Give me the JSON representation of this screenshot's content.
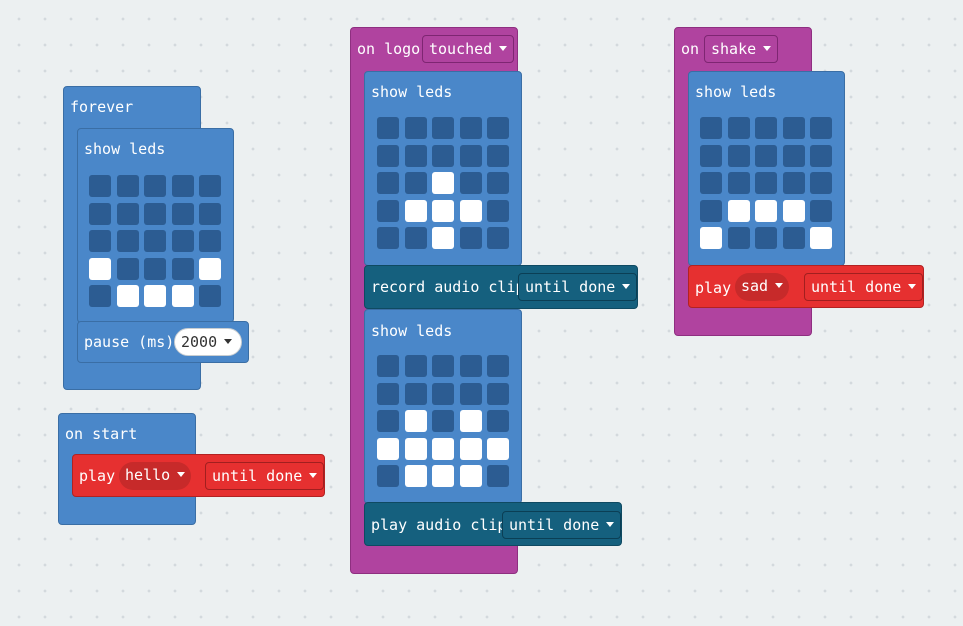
{
  "forever": {
    "hat_label": "forever",
    "show_leds_label": "show leds",
    "leds": [
      [
        0,
        0,
        0,
        0,
        0
      ],
      [
        0,
        0,
        0,
        0,
        0
      ],
      [
        0,
        0,
        0,
        0,
        0
      ],
      [
        1,
        0,
        0,
        0,
        1
      ],
      [
        0,
        1,
        1,
        1,
        0
      ]
    ],
    "pause_label": "pause (ms)",
    "pause_value": "2000"
  },
  "on_start": {
    "hat_label": "on start",
    "play_label": "play",
    "sound": "hello",
    "mode": "until done"
  },
  "on_logo": {
    "hat_label": "on logo",
    "event": "touched",
    "show_leds_1_label": "show leds",
    "leds_1": [
      [
        0,
        0,
        0,
        0,
        0
      ],
      [
        0,
        0,
        0,
        0,
        0
      ],
      [
        0,
        0,
        1,
        0,
        0
      ],
      [
        0,
        1,
        1,
        1,
        0
      ],
      [
        0,
        0,
        1,
        0,
        0
      ]
    ],
    "record_label": "record audio clip",
    "record_mode": "until done",
    "show_leds_2_label": "show leds",
    "leds_2": [
      [
        0,
        0,
        0,
        0,
        0
      ],
      [
        0,
        0,
        0,
        0,
        0
      ],
      [
        0,
        1,
        0,
        1,
        0
      ],
      [
        1,
        1,
        1,
        1,
        1
      ],
      [
        0,
        1,
        1,
        1,
        0
      ]
    ],
    "play_audio_label": "play audio clip",
    "play_audio_mode": "until done"
  },
  "on_shake": {
    "hat_label": "on",
    "event": "shake",
    "show_leds_label": "show leds",
    "leds": [
      [
        0,
        0,
        0,
        0,
        0
      ],
      [
        0,
        0,
        0,
        0,
        0
      ],
      [
        0,
        0,
        0,
        0,
        0
      ],
      [
        0,
        1,
        1,
        1,
        0
      ],
      [
        1,
        0,
        0,
        0,
        1
      ]
    ],
    "play_label": "play",
    "sound": "sad",
    "mode": "until done"
  },
  "colors": {
    "basic_blue": "#4a87c9",
    "input_magenta": "#b0439f",
    "music_red": "#e63030",
    "audio_teal": "#15607e",
    "workspace": "#ecf0f1"
  }
}
